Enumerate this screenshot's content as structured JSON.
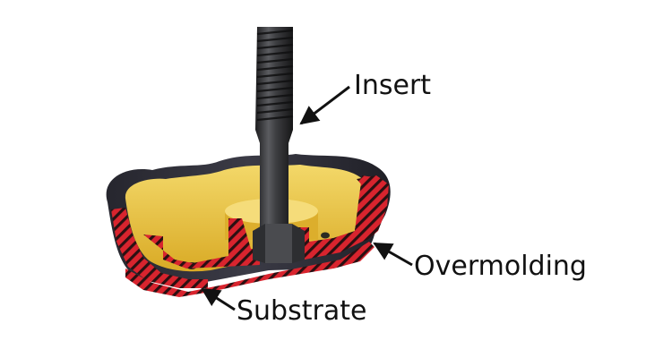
{
  "diagram": {
    "labels": {
      "insert": "Insert",
      "overmolding": "Overmolding",
      "substrate": "Substrate"
    },
    "colors": {
      "insert_metal": "#3a3a3c",
      "overmolding_shell": "#2f2f38",
      "cut_section_red": "#d8242e",
      "hatch_lines": "#2a1012",
      "substrate_yellow": "#e9c23e",
      "arrow": "#111111"
    }
  }
}
